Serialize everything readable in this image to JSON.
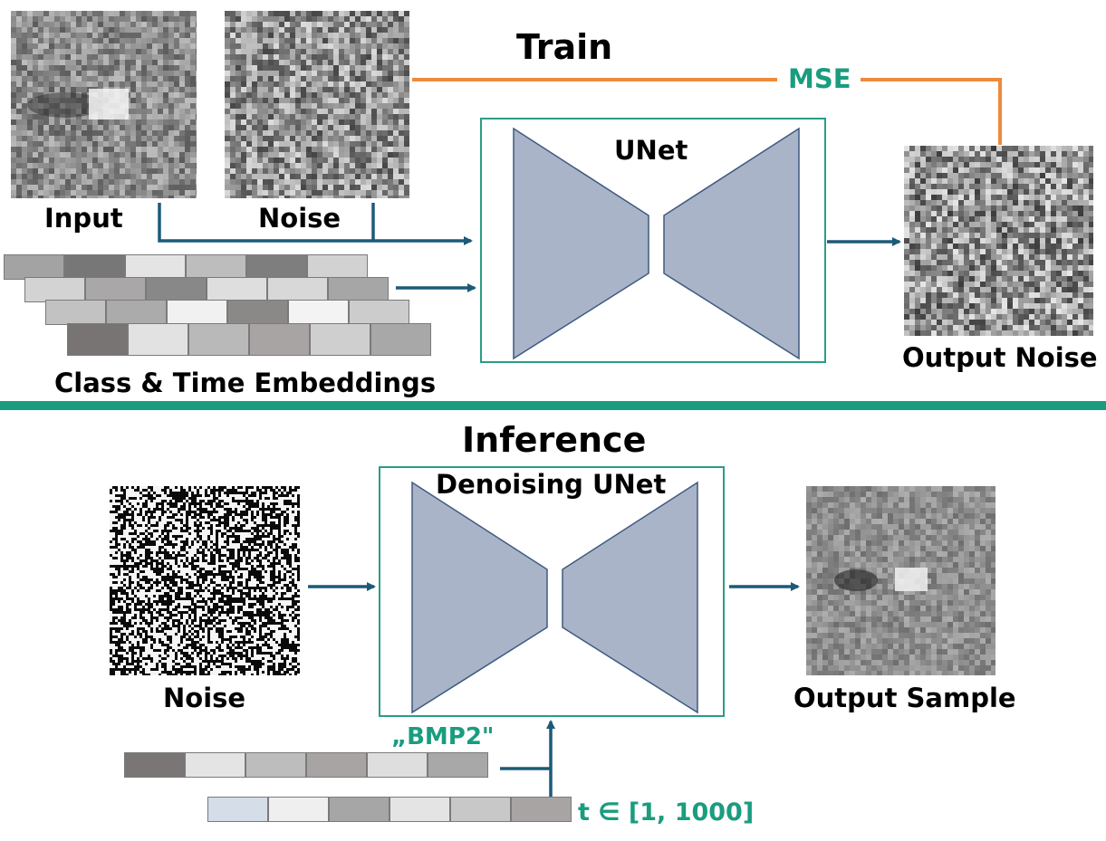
{
  "train": {
    "title": "Train",
    "input_label": "Input",
    "noise_label": "Noise",
    "mse_label": "MSE",
    "unet_label": "UNet",
    "output_label": "Output Noise",
    "embeddings_label": "Class & Time Embeddings",
    "embedding_rows": [
      [
        "#a3a3a3",
        "#777777",
        "#e4e4e4",
        "#bdbdbd",
        "#7e7e7e",
        "#d2d2d2"
      ],
      [
        "#d3d3d3",
        "#a9a7a7",
        "#888888",
        "#dedede",
        "#d8d8d8",
        "#a6a6a6"
      ],
      [
        "#c2c2c2",
        "#ababab",
        "#f1f1f1",
        "#8b8888",
        "#f3f3f3",
        "#cccccc"
      ],
      [
        "#787474",
        "#e2e2e2",
        "#b9b9b9",
        "#a8a4a4",
        "#cfcfcf",
        "#a8a8a8"
      ]
    ]
  },
  "inference": {
    "title": "Inference",
    "unet_label": "Denoising UNet",
    "noise_label": "Noise",
    "output_label": "Output Sample",
    "class_label": "„BMP2\"",
    "time_label": "t ∈ [1, 1000]",
    "class_row": [
      "#7a7676",
      "#e4e4e4",
      "#bdbdbd",
      "#a8a4a4",
      "#dedede",
      "#a8a8a8"
    ],
    "time_row": [
      "#d5dde8",
      "#efefef",
      "#a6a6a6",
      "#e4e4e4",
      "#c8c8c8",
      "#a8a4a4"
    ]
  },
  "colors": {
    "arrow": "#1c5a78",
    "mse_line": "#ee8a3a",
    "frame": "#2a9d86",
    "divider": "#1a9c7f",
    "unet_fill": "#aab4c8",
    "unet_stroke": "#3d5a80",
    "accent_text": "#1a9c7f"
  }
}
